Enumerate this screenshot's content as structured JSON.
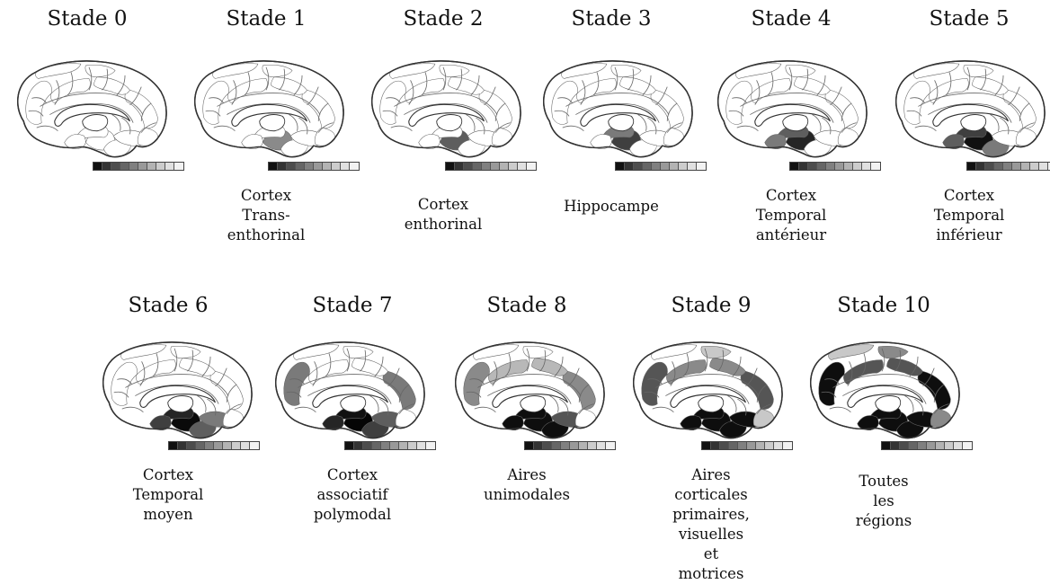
{
  "stages": [
    {
      "title": "Stade 0",
      "caption": "",
      "level": 0
    },
    {
      "title": "Stade 1",
      "caption": "Cortex Trans-\nenthorinal",
      "level": 1
    },
    {
      "title": "Stade 2",
      "caption": "Cortex enthorinal",
      "level": 2
    },
    {
      "title": "Stade 3",
      "caption": "Hippocampe",
      "level": 3
    },
    {
      "title": "Stade 4",
      "caption": "Cortex Temporal\nantérieur",
      "level": 4
    },
    {
      "title": "Stade 5",
      "caption": "Cortex Temporal\ninférieur",
      "level": 5
    },
    {
      "title": "Stade 6",
      "caption": "Cortex Temporal\nmoyen",
      "level": 6
    },
    {
      "title": "Stade 7",
      "caption": "Cortex associatif\npolymodal",
      "level": 7
    },
    {
      "title": "Stade 8",
      "caption": "Aires\nunimodales",
      "level": 8
    },
    {
      "title": "Stade 9",
      "caption": "Aires corticales\nprimaires, visuelles et\nmotrices",
      "level": 9
    },
    {
      "title": "Stade 10",
      "caption": "Toutes les régions",
      "level": 10
    }
  ],
  "colors": {
    "outline": "#333333",
    "sulci": "#666666",
    "scale": [
      "#111111",
      "#333333",
      "#4d4d4d",
      "#666666",
      "#808080",
      "#999999",
      "#b3b3b3",
      "#cccccc",
      "#e0e0e0",
      "#f2f2f2"
    ]
  }
}
